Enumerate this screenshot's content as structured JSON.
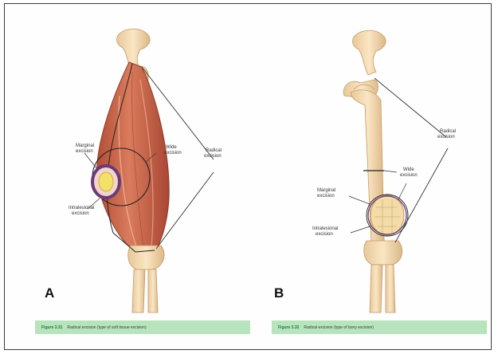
{
  "panels": [
    {
      "letter": "A",
      "labels": {
        "marginal": [
          "Marginal",
          "excision"
        ],
        "wide": [
          "Wide",
          "excision"
        ],
        "radical": [
          "Radical",
          "excision"
        ],
        "intralesional": [
          "Intralesional",
          "excision"
        ]
      },
      "caption_number": "Figure 3.31",
      "caption_text": "Radical excision (type of soft tissue excision)"
    },
    {
      "letter": "B",
      "labels": {
        "radical": [
          "Radical",
          "excision"
        ],
        "wide": [
          "Wide",
          "excision"
        ],
        "marginal": [
          "Marginal",
          "excision"
        ],
        "intralesional": [
          "Intralesional",
          "excision"
        ]
      },
      "caption_number": "Figure 3.32",
      "caption_text": "Radical excision (type of bony excision)"
    }
  ],
  "colors": {
    "caption_bar": "#b7e4bd",
    "muscle": "#c86a4e",
    "bone": "#f3d9b0",
    "tumor_ring": "#6b3a7a",
    "tumor_core": "#f2e068"
  }
}
